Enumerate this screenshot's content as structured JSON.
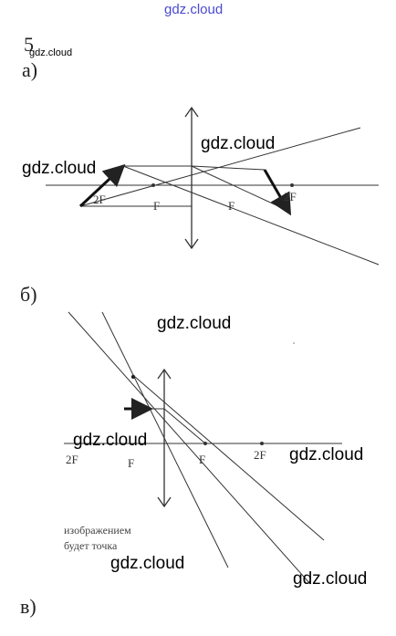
{
  "watermark": "gdz.cloud",
  "problem_number": "5",
  "parts": {
    "a": "а)",
    "b": "б)",
    "v": "в)"
  },
  "diagram_a": {
    "labels": {
      "f_left": "F",
      "f2_left": "2F",
      "f_right": "F",
      "f2_right": "2F"
    }
  },
  "diagram_b": {
    "labels": {
      "f2_left": "2F",
      "f_left": "F",
      "f_right": "F",
      "f2_right": "2F"
    },
    "note_line1": "изображением",
    "note_line2": "будет точка"
  }
}
